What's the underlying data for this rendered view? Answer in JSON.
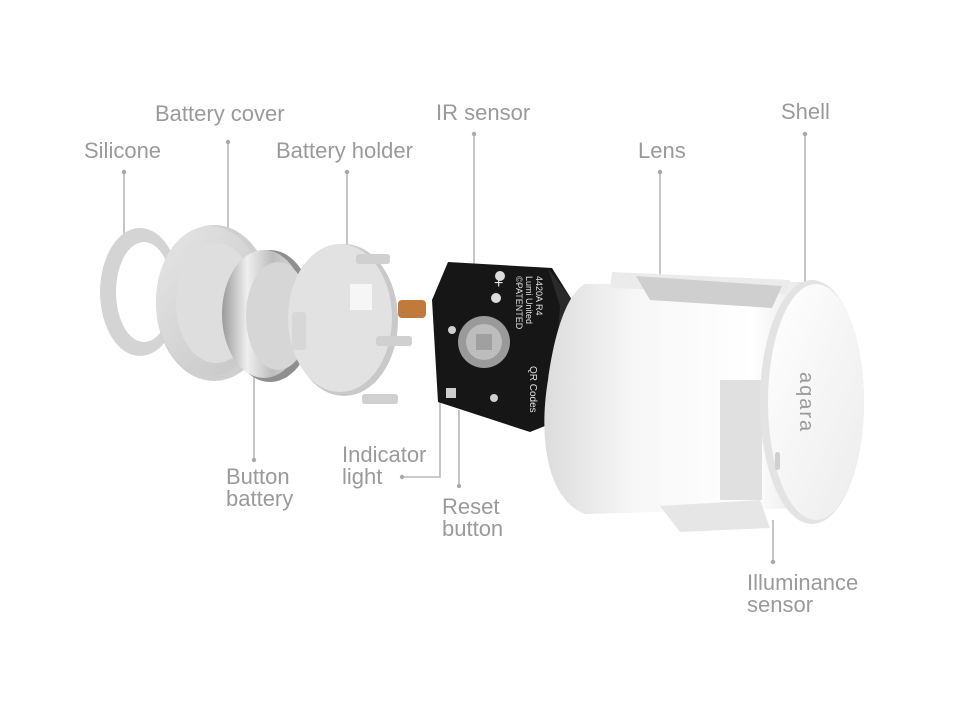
{
  "diagram": {
    "labels": {
      "silicone": "Silicone",
      "battery_cover": "Battery cover",
      "battery_holder": "Battery holder",
      "ir_sensor": "IR sensor",
      "lens": "Lens",
      "shell": "Shell",
      "button_battery_1": "Button",
      "button_battery_2": "battery",
      "indicator_light_1": "Indicator",
      "indicator_light_2": "light",
      "reset_button_1": "Reset",
      "reset_button_2": "button",
      "illuminance_sensor_1": "Illuminance",
      "illuminance_sensor_2": "sensor"
    },
    "pcb_text": {
      "line1": "4420A R4",
      "line2": "Lumi United",
      "line3": "©PATENTED",
      "qr": "QR Codes",
      "plus": "+"
    },
    "brand_mark": "aqara",
    "colors": {
      "label": "#9a9a9a",
      "leader": "#b8b8b8",
      "pcb": "#161616",
      "shell": "#f4f4f4"
    }
  }
}
